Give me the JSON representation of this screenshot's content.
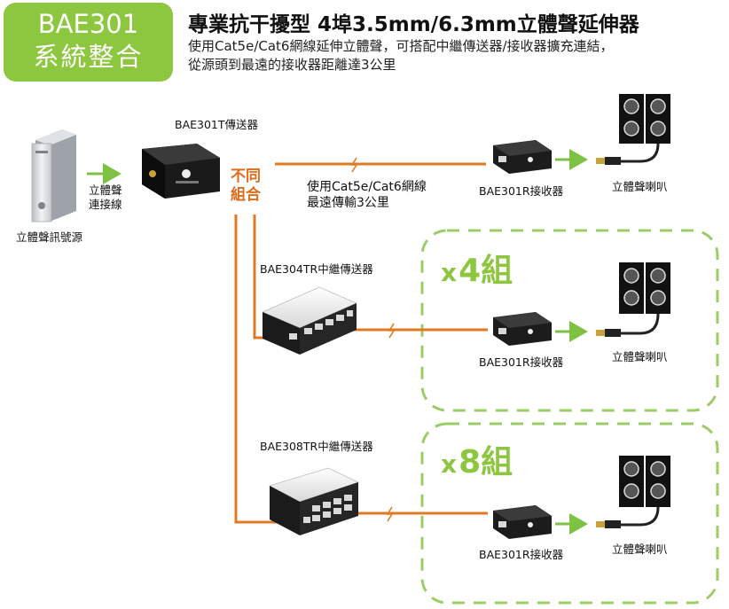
{
  "colors": {
    "accent_green": "#8dc63f",
    "cable_orange": "#e07a22",
    "arrow_green": "#7dc242",
    "combo_orange": "#e06b1a",
    "count_green": "#8dc63f",
    "dash_green": "#9ccc65"
  },
  "badge": {
    "model": "BAE301",
    "caption": "系統整合"
  },
  "header": {
    "title": "專業抗干擾型 4埠3.5mm/6.3mm立體聲延伸器",
    "subtitle_line1": "使用Cat5e/Cat6網線延伸立體聲，可搭配中繼傳送器/接收器擴充連結，",
    "subtitle_line2": "從源頭到最遠的接收器距離達3公里"
  },
  "source": {
    "label": "立體聲訊號源",
    "icon": "pc-tower-icon"
  },
  "input_link": {
    "line1": "立體聲",
    "line2": "連接線"
  },
  "transmitter": {
    "label": "BAE301T傳送器"
  },
  "combination": {
    "line1": "不同",
    "line2": "組合"
  },
  "cable_note": {
    "line1": "使用Cat5e/Cat6網線",
    "line2": "最遠傳輸3公里"
  },
  "relay4": {
    "label": "BAE304TR中繼傳送器",
    "count_prefix": "x",
    "count": "4組"
  },
  "relay8": {
    "label": "BAE308TR中繼傳送器",
    "count_prefix": "x",
    "count": "8組"
  },
  "receiver_label": "BAE301R接收器",
  "speaker_label": "立體聲喇叭",
  "icons": [
    "pc-tower-icon",
    "transmitter-box-icon",
    "relay-switch-icon",
    "receiver-box-icon",
    "speaker-pair-icon",
    "audio-jack-icon",
    "lightning-icon"
  ]
}
